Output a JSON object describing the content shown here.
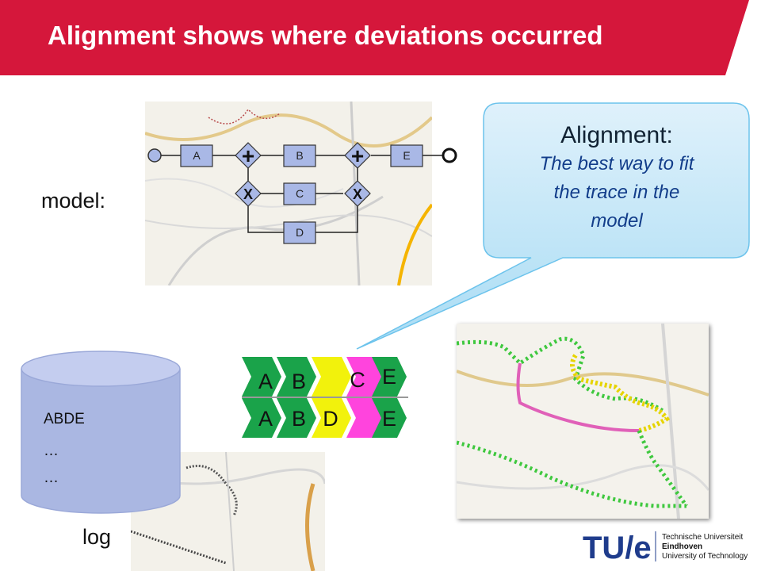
{
  "header": {
    "title": "Alignment shows where deviations occurred",
    "color": "#d5173b"
  },
  "labels": {
    "model": "model:",
    "log": "log"
  },
  "callout": {
    "heading": "Alignment:",
    "body_line1": "The best way to fit",
    "body_line2": "the trace in the",
    "body_line3": "model"
  },
  "database": {
    "line1": "ABDE",
    "line2": "…",
    "line3": "…"
  },
  "process_model": {
    "tasks": [
      "A",
      "B",
      "C",
      "D",
      "E"
    ],
    "gateway_and": "+",
    "gateway_xor": "X"
  },
  "alignment": {
    "top_row": [
      "A",
      "B",
      "",
      "C",
      "E"
    ],
    "bottom_row": [
      "A",
      "B",
      "D",
      "",
      "E"
    ],
    "colors": {
      "sync": "#1aa34a",
      "log_only": "#f2f20c",
      "model_only": "#ff44dd"
    }
  },
  "logo": {
    "mark": "TU/e",
    "line1": "Technische Universiteit",
    "line2": "Eindhoven",
    "line3": "University of Technology"
  }
}
